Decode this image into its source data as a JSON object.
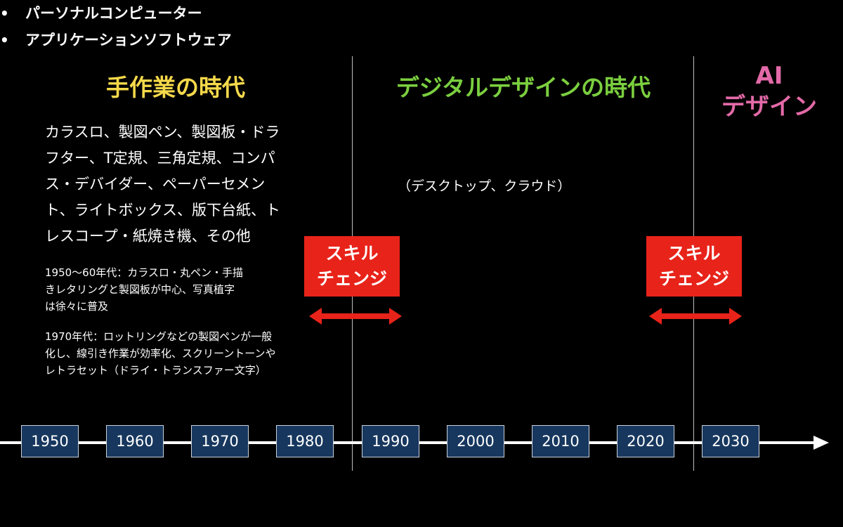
{
  "eras": {
    "manual": {
      "title": "手作業の時代",
      "tools_text": "カラスロ、製図ペン、製図板・ドラフター、T定規、三角定規、コンパス・デバイダー、ペーパーセメント、ライトボックス、版下台紙、トレスコープ・紙焼き機、その他",
      "tools_lines": [
        "カラスロ、製図ペン、製図板・ドラ",
        "フター、T定規、三角定規、コンパ",
        "ス・デバイダー、ペーパーセメン",
        "ト、ライトボックス、版下台紙、ト",
        "レスコープ・紙焼き機、その他"
      ],
      "note1_lines": [
        "1950〜60年代：カラスロ・丸ペン・手描",
        "きレタリングと製図板が中心、写真植字",
        "は徐々に普及"
      ],
      "note2_lines": [
        "1970年代：ロットリングなどの製図ペンが一般",
        "化し、線引き作業が効率化、スクリーントーンや",
        "レトラセット（ドライ・トランスファー文字）"
      ]
    },
    "digital": {
      "title": "デジタルデザインの時代",
      "bullets": [
        "パーソナルコンピューター",
        "アプリケーションソフトウェア"
      ],
      "bullet_symbol": "•",
      "sub_note": "（デスクトップ、クラウド）"
    },
    "ai": {
      "title_line1": "AI",
      "title_line2": "デザイン"
    }
  },
  "skill_change": {
    "line1": "スキル",
    "line2": "チェンジ"
  },
  "timeline": {
    "years": [
      "1950",
      "1960",
      "1970",
      "1980",
      "1990",
      "2000",
      "2010",
      "2020",
      "2030"
    ]
  },
  "colors": {
    "background": "#000000",
    "manual_title": "#f5d94a",
    "digital_title": "#7bcf3f",
    "ai_title": "#e36aa8",
    "skill_change": "#e8231a",
    "year_box": "#17375e"
  }
}
